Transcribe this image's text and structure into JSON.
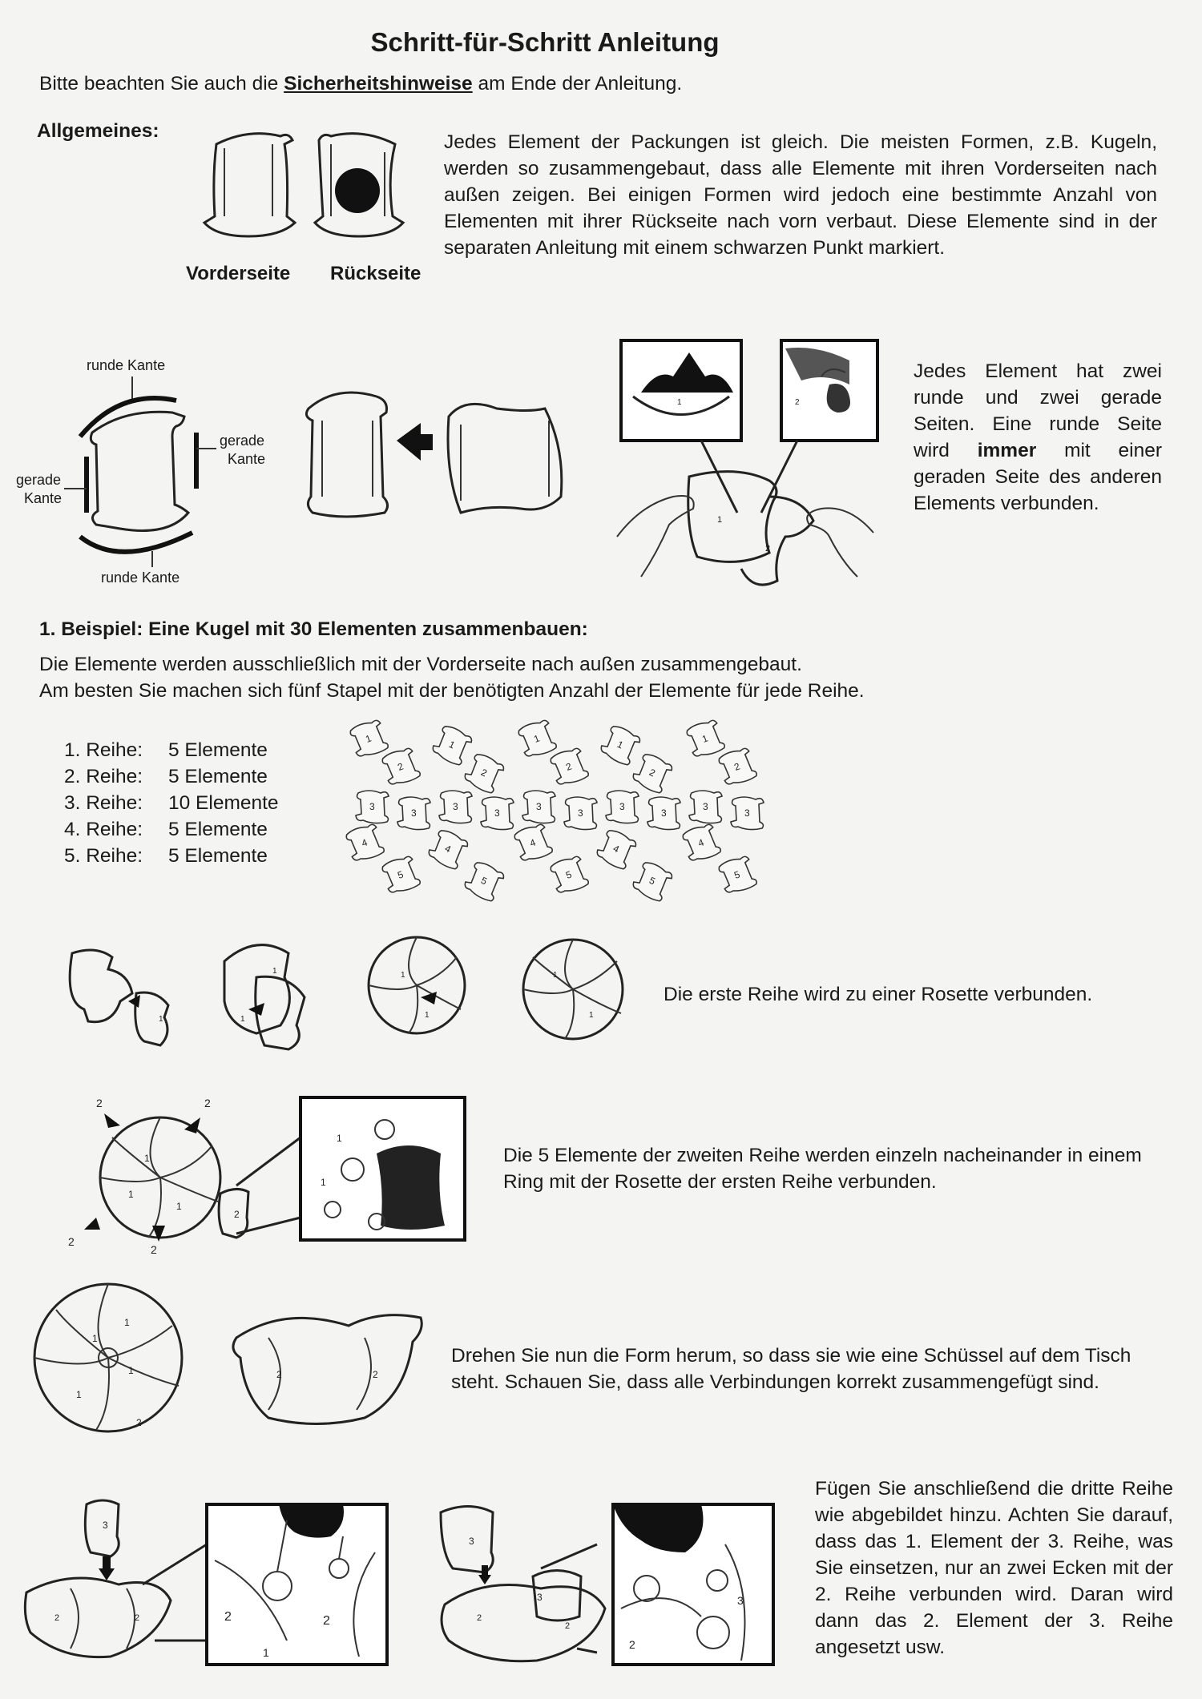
{
  "header": {
    "title": "Schritt-für-Schritt Anleitung",
    "intro_before": "Bitte beachten Sie auch die",
    "intro_strong": "Sicherheitshinweise",
    "intro_after": "am Ende der Anleitung."
  },
  "general": {
    "heading": "Allgemeines:",
    "front_label": "Vorderseite",
    "back_label": "Rückseite",
    "text": "Jedes Element der Packungen ist gleich. Die meisten Formen, z.B. Kugeln, werden so zusammengebaut, dass alle Elemente mit ihren Vorderseiten nach außen zeigen. Bei einigen Formen wird jedoch eine bestimmte Anzahl von Elementen mit ihrer Rückseite nach vorn verbaut. Diese Elemente sind in der separaten Anleitung mit einem schwarzen Punkt markiert."
  },
  "edges": {
    "round_top": "runde Kante",
    "straight_right_1": "gerade",
    "straight_right_2": "Kante",
    "straight_left_1": "gerade",
    "straight_left_2": "Kante",
    "round_bottom": "runde Kante",
    "text_1": "Jedes Element hat zwei runde und zwei gerade Seiten. Eine runde Seite wird",
    "text_strong": "immer",
    "text_2": "mit einer geraden Seite des anderen Elements verbunden."
  },
  "example": {
    "heading": "1. Beispiel: Eine Kugel mit 30 Elementen zusammenbauen:",
    "line_1": "Die Elemente werden ausschließlich mit der Vorderseite nach außen zusammengebaut.",
    "line_2": "Am besten Sie machen sich fünf Stapel mit der benötigten Anzahl der Elemente für jede Reihe.",
    "rows": [
      {
        "name": "1. Reihe:",
        "count": "5 Elemente"
      },
      {
        "name": "2. Reihe:",
        "count": "5 Elemente"
      },
      {
        "name": "3. Reihe:",
        "count": "10 Elemente"
      },
      {
        "name": "4. Reihe:",
        "count": "5 Elemente"
      },
      {
        "name": "5. Reihe:",
        "count": "5 Elemente"
      }
    ],
    "piece_numbers": [
      "1",
      "2",
      "3",
      "4",
      "5"
    ]
  },
  "steps": {
    "rosette": "Die erste Reihe wird zu einer Rosette verbunden.",
    "second_row": "Die 5 Elemente der zweiten Reihe werden einzeln nacheinander in einem Ring mit der Rosette der ersten Reihe verbunden.",
    "turn": "Drehen Sie nun die Form herum, so dass sie wie eine Schüssel auf dem Tisch steht. Schauen Sie, dass alle Verbindungen korrekt zusammengefügt sind.",
    "third_row": "Fügen Sie anschließend die dritte Reihe wie abgebildet hinzu. Achten Sie darauf, dass das 1. Element der 3. Reihe, was Sie einsetzen, nur an zwei Ecken mit der 2. Reihe verbunden wird. Daran wird dann das 2. Element der 3. Reihe angesetzt usw."
  }
}
